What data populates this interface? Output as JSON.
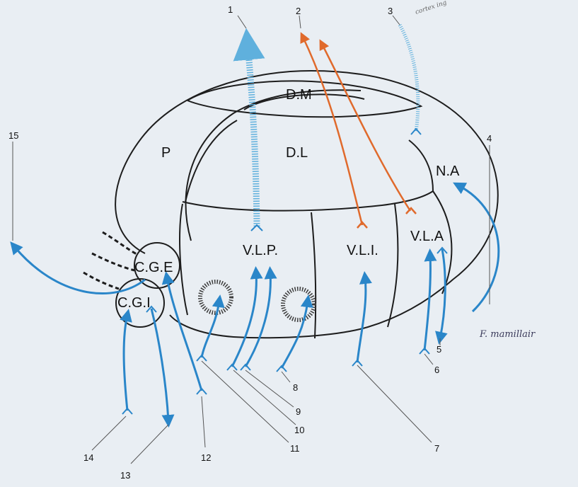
{
  "regions": {
    "dm": "D.M",
    "dl": "D.L",
    "p": "P",
    "na": "N.A",
    "vlp": "V.L.P.",
    "vli": "V.L.I.",
    "vla": "V.L.A",
    "cge": "C.G.E",
    "cgi": "C.G.I"
  },
  "numbers": [
    "1",
    "2",
    "3",
    "4",
    "5",
    "6",
    "7",
    "8",
    "9",
    "10",
    "11",
    "12",
    "13",
    "14",
    "15"
  ],
  "annotations": {
    "cortex_note": "cortex ing",
    "mamillary_note": "F. mamillair"
  },
  "colors": {
    "background": "#e9eef3",
    "outline": "#1d1d1d",
    "blue": "#2a86c9",
    "hatch_blue": "#5fb0dd",
    "orange": "#e06a2c"
  }
}
